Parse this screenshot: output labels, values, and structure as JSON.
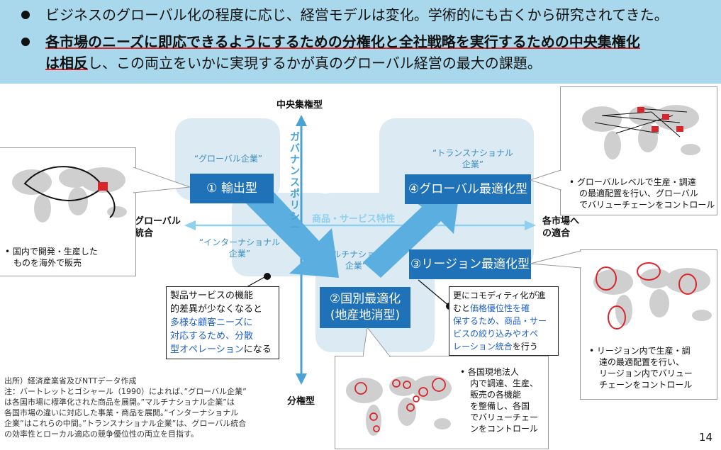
{
  "header": {
    "bullet1": "ビジネスのグローバル化の程度に応じ、経営モデルは変化。学術的にも古くから研究されてきた。",
    "bullet2_bold": "各市場のニーズに即応できるようにするための分権化と全社戦略を実行するための中央集権化",
    "bullet2_bold2": "は相反",
    "bullet2_rest": "し、この両立をいかに実現するかが真のグローバル経営の最大の課題。"
  },
  "axes": {
    "top": "中央集権型",
    "bottom": "分権型",
    "left_line1": "グローバル",
    "left_line2": "統合",
    "right_line1": "各市場へ",
    "right_line2": "の適合",
    "vertical_axis_name": "ガバナンスポリシー",
    "horizontal_axis_name": "商品・サービス特性"
  },
  "quadrants": {
    "global_enterprise": "“グローバル企業”",
    "international_line1": "“インターナショナル",
    "international_line2": "企業”",
    "multinational_line1": "“マルチナショナル",
    "multinational_line2": "企業”",
    "transnational_line1": "“トランスナショナル",
    "transnational_line2": "企業”"
  },
  "models": {
    "export": "①  輸出型",
    "local_line1": "②国別最適化",
    "local_line2": "(地産地消型)",
    "regional": "③リージョン最適化型",
    "global_opt": "④グローバル最適化型"
  },
  "notes": {
    "left_l1": "製品サービスの機能",
    "left_l2": "的差異が少なくなると",
    "left_l3": "多様な顧客ニーズに",
    "left_l4": "対応するため、分散",
    "left_l5a": "型オペレーション",
    "left_l5b": "になる",
    "right_l1": "更にコモディティ化が進",
    "right_l2a": "むと",
    "right_l2b": "価格優位性を確",
    "right_l3": "保するため、商品・サー",
    "right_l4": "ビスの絞り込みやオペ",
    "right_l5a": "レーション統合",
    "right_l5b": "を行う"
  },
  "callouts": {
    "export_l1": "国内で開発・生産した",
    "export_l2": "ものを海外で販売",
    "global_l1": "グローバルレベルで生産・調達",
    "global_l2": "の最適配置を行い、グローバル",
    "global_l3": "でバリューチェーンをコントロール",
    "regional_l1": "リージョン内で生産・調",
    "regional_l2": "達の最適配置を行い、",
    "regional_l3": "リージョン内でバリュー",
    "regional_l4": "チェーンをコントロール",
    "local_l1": "各国現地法人",
    "local_l2": "内で調達、生産、",
    "local_l3": "販売の各機能",
    "local_l4": "を整備し、各国",
    "local_l5": "でバリューチェー",
    "local_l6": "ンをコントロール"
  },
  "source": {
    "l1": "出所）経済産業省及びNTTデータ作成",
    "l2": "注：バートレットとゴシャール（1990）によれば、”グローバル企業”",
    "l3": "は各国市場に標準化された商品を展開。”マルチナショナル企業”は",
    "l4": "各国市場の違いに対応した事業・商品を展開。”インターナショナル",
    "l5": "企業”はこれらの中間。”トランスナショナル企業”は、グローバル統合",
    "l6": "の効率性とローカル適応の競争優位性の両立を目指す。"
  },
  "page_number": "14",
  "colors": {
    "header_bg": "#a9d8ec",
    "panel": "#dcebf3",
    "model_box": "#1f72b8",
    "arrow": "#5aaee0",
    "axis": "#4aa3d4",
    "accent_red": "#d9262c"
  }
}
